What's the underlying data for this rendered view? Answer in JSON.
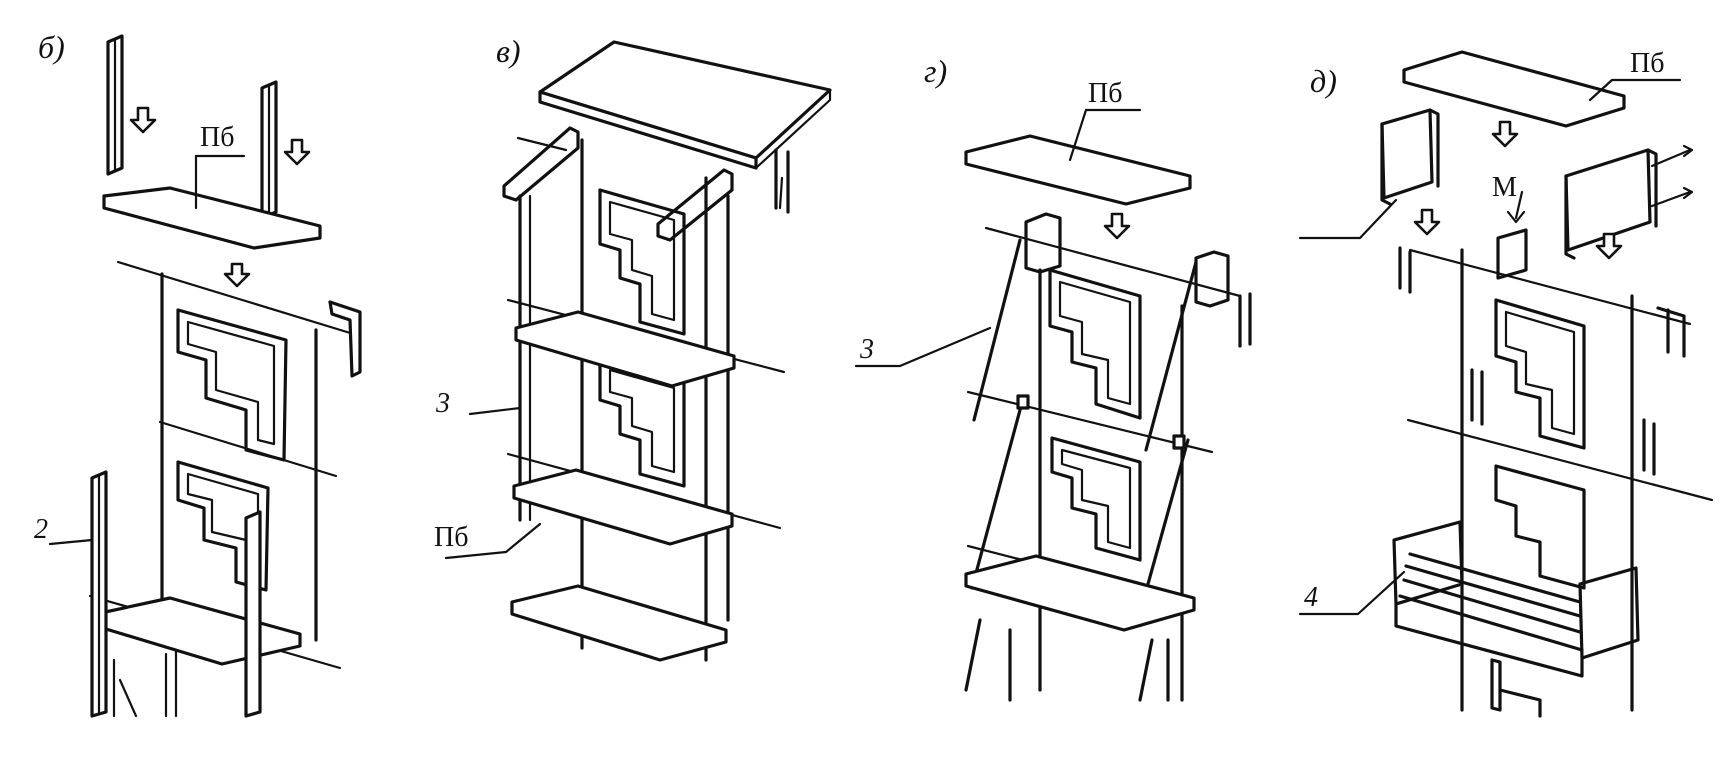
{
  "panels": [
    {
      "id": "b",
      "label": "б)"
    },
    {
      "id": "v",
      "label": "в)"
    },
    {
      "id": "g",
      "label": "г)"
    },
    {
      "id": "d",
      "label": "д)"
    }
  ],
  "callouts": {
    "b_pb": "Пб",
    "b_2": "2",
    "v_3": "3",
    "v_pb": "Пб",
    "g_pb": "Пб",
    "g_3": "3",
    "d_pb": "Пб",
    "d_m": "М",
    "d_4": "4"
  }
}
